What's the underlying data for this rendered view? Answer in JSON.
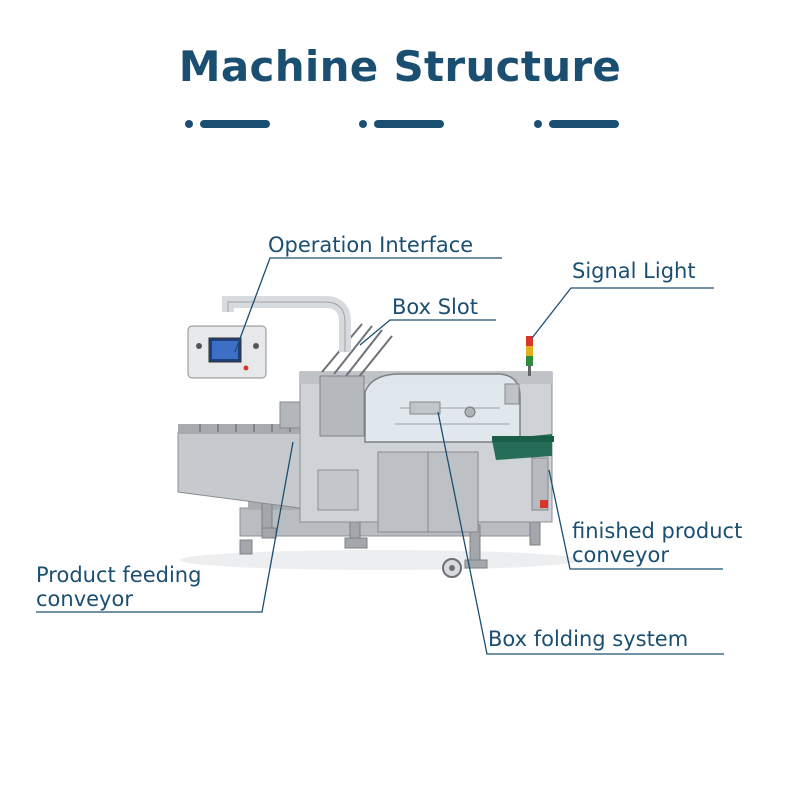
{
  "title": "Machine Structure",
  "colors": {
    "accent": "#1b4f72",
    "machine_steel": "#c9ccd0",
    "conveyor_green": "#1f6b55",
    "signal_red": "#d9362b"
  },
  "labels": {
    "operation_interface": "Operation Interface",
    "signal_light": "Signal Light",
    "box_slot": "Box Slot",
    "finished_product_line1": "finished product",
    "finished_product_line2": "conveyor",
    "product_feeding_line1": "Product feeding",
    "product_feeding_line2": "conveyor",
    "box_folding_system": "Box folding system"
  }
}
